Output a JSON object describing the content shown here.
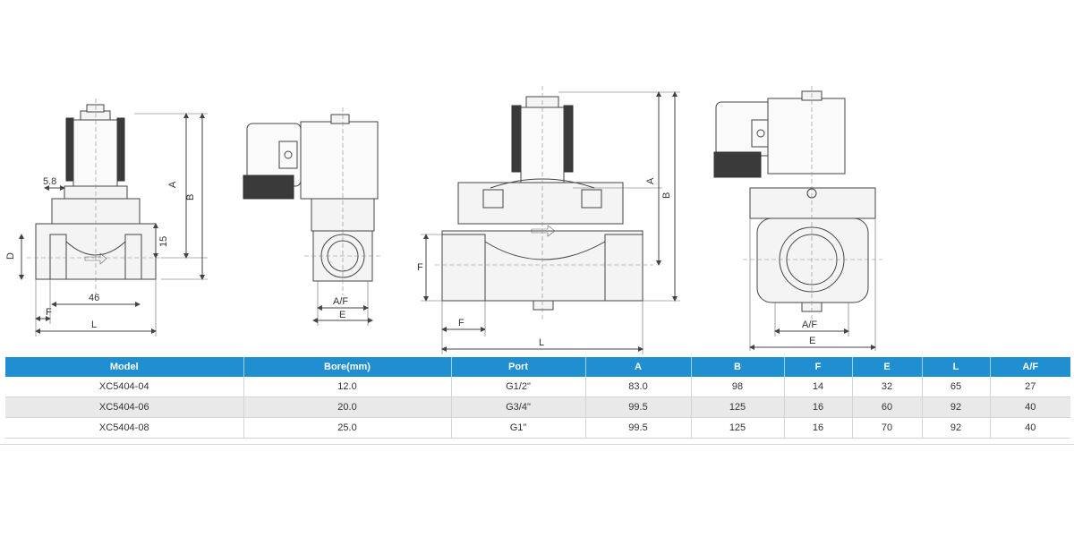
{
  "drawing_labels": {
    "front_left": {
      "a": "A",
      "b": "B",
      "d": "D",
      "f": "F",
      "l": "L",
      "dim_5_8": "5.8",
      "dim_15": "15",
      "dim_46": "46"
    },
    "side_left": {
      "af": "A/F",
      "e": "E"
    },
    "front_right": {
      "a": "A",
      "b": "B",
      "f_side": "F",
      "f_bottom": "F",
      "l": "L"
    },
    "side_right": {
      "af": "A/F",
      "e": "E"
    }
  },
  "table": {
    "headers": [
      "Model",
      "Bore(mm)",
      "Port",
      "A",
      "B",
      "F",
      "E",
      "L",
      "A/F"
    ],
    "rows": [
      [
        "XC5404-04",
        "12.0",
        "G1/2\"",
        "83.0",
        "98",
        "14",
        "32",
        "65",
        "27"
      ],
      [
        "XC5404-06",
        "20.0",
        "G3/4\"",
        "99.5",
        "125",
        "16",
        "60",
        "92",
        "40"
      ],
      [
        "XC5404-08",
        "25.0",
        "G1\"",
        "99.5",
        "125",
        "16",
        "70",
        "92",
        "40"
      ]
    ]
  },
  "colors": {
    "header_bg": "#1f8fd2",
    "alt_row_bg": "#e9e9e9"
  }
}
